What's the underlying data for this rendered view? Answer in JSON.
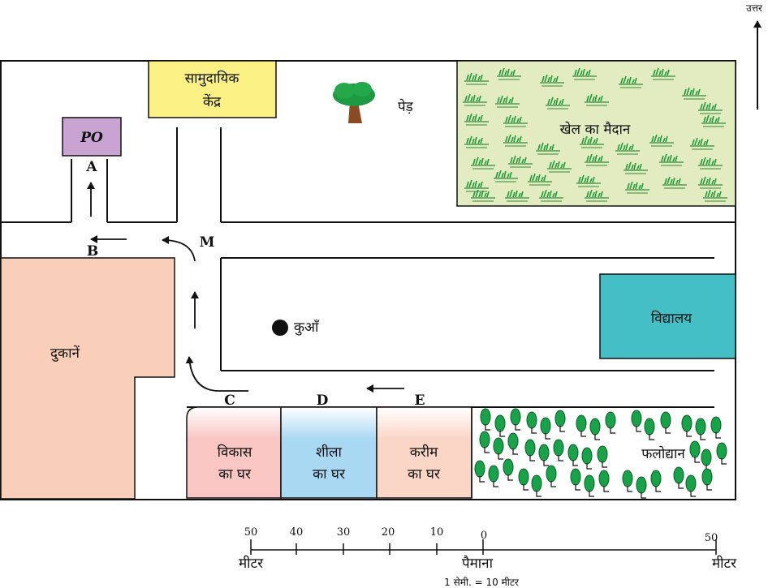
{
  "north": "उत्तर",
  "buildings": {
    "community_center": [
      "सामुदायिक",
      "केंद्र"
    ],
    "post_office": "PO",
    "tree": "पेड़",
    "playground": "खेल का मैदान",
    "shops": "दुकानें",
    "well": "कुआँ",
    "school": "विद्यालय",
    "vikas_house": [
      "विकास",
      "का घर"
    ],
    "sheela_house": [
      "शीला",
      "का घर"
    ],
    "karim_house": [
      "करीम",
      "का घर"
    ],
    "orchard": "फलोद्यान"
  },
  "points": {
    "A": "A",
    "B": "B",
    "M": "M",
    "C": "C",
    "D": "D",
    "E": "E"
  },
  "colors": {
    "community_center": "#fbf084",
    "post_office": "#c9a3d2",
    "playground": "#e2ecc0",
    "shops": "#f9cfb9",
    "school": "#44bfc6",
    "vikas_house": "#f9c6c3",
    "sheela_house": "#a9d8f3",
    "karim_house": "#fbd6c6",
    "tree_green": "#18a34a"
  },
  "scale": {
    "left_ticks": [
      "50",
      "40",
      "30",
      "20",
      "10"
    ],
    "zero": "0",
    "right_tick": "50",
    "left_unit": "मीटर",
    "center_label": "पैमाना",
    "right_unit": "मीटर",
    "ratio": "1 सेमी. = 10 मीटर"
  }
}
